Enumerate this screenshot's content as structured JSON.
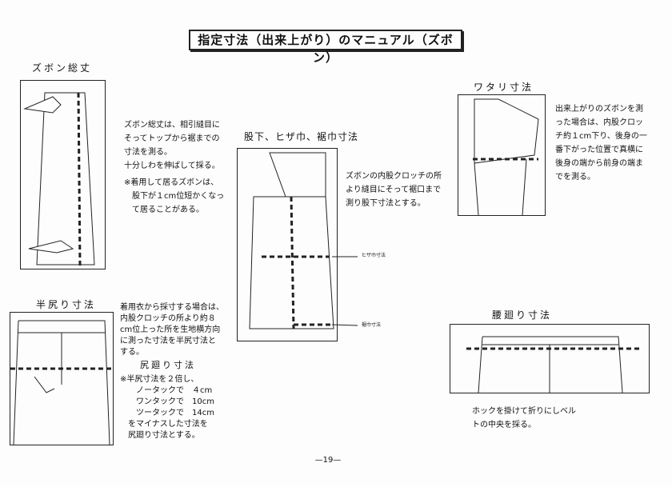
{
  "title": "指定寸法（出来上がり）のマニュアル（ズボン）",
  "sections": {
    "total_length": {
      "label": "ズボン総丈",
      "text": "ズボン総丈は、相引縫目に\nそってトップから裾までの\n寸法を測る。\n十分しわを伸ばして採る。",
      "note": "※着用して居るズボンは、\n　股下が１cm位短かくなっ\n　て居ることがある。"
    },
    "half_hip": {
      "label": "半尻り寸法",
      "text": "着用衣から採寸する場合は、\n内股クロッチの所より約８\ncm位上った所を生地横方向\nに測った寸法を半尻寸法と\nする。",
      "sub_label": "尻廻り寸法",
      "note": "※半尻寸法を２倍し、\n　　ノータックで　４cm\n　　ワンタックで　10cm\n　　ツータックで　14cm\n　をマイナスした寸法を\n　尻廻り寸法とする。"
    },
    "inseam": {
      "label": "股下、ヒザ巾、裾巾寸法",
      "text": "ズボンの内股クロッチの所\nより縫目にそって裾口まで\n測り股下寸法とする。",
      "knee_label": "ヒザ巾寸法",
      "hem_label": "裾巾寸法"
    },
    "thigh": {
      "label": "ワタリ寸法",
      "text": "出来上がりのズボンを測\nった場合は、内股クロッ\nチ約１cm下り、後身の一\n番下がった位置で真横に\n後身の端から前身の端ま\nでを測る。"
    },
    "waist": {
      "label": "腰廻り寸法",
      "text": "ホックを掛けて折りにしベル\nトの中央を採る。"
    }
  },
  "page_number": "—19—"
}
